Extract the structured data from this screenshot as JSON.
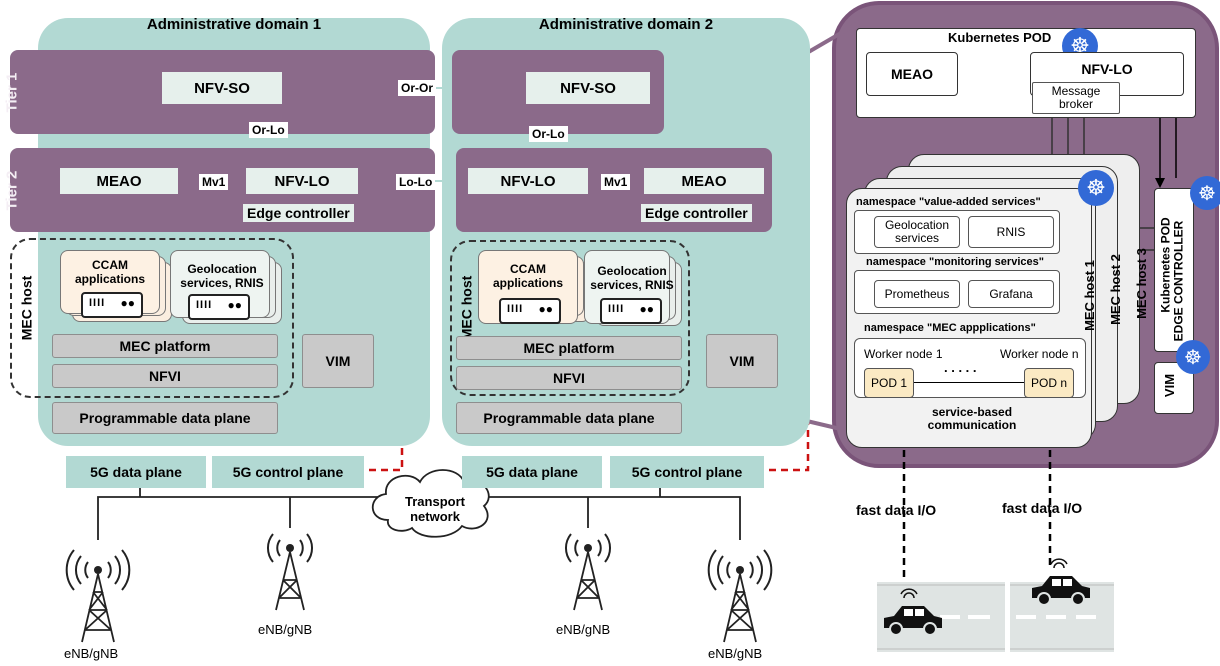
{
  "domains": {
    "d1_title": "Administrative domain 1",
    "d2_title": "Administrative domain 2"
  },
  "tiers": {
    "tier1": "Tier 1",
    "tier2": "Tier 2"
  },
  "components": {
    "nfv_so": "NFV-SO",
    "nfv_lo": "NFV-LO",
    "meao": "MEAO",
    "edge_controller": "Edge controller",
    "mec_host": "MEC host",
    "ccam": "CCAM applications",
    "geo": "Geolocation services, RNIS",
    "mec_platform": "MEC platform",
    "nfvi": "NFVI",
    "vim": "VIM",
    "pdp": "Programmable data plane"
  },
  "interfaces": {
    "or_or": "Or-Or",
    "or_lo": "Or-Lo",
    "mv1": "Mv1",
    "lo_lo": "Lo-Lo"
  },
  "planes": {
    "data": "5G data plane",
    "control": "5G control plane"
  },
  "transport": "Transport network",
  "gnb_label": "eNB/gNB",
  "k8s": {
    "pod_title": "Kubernetes POD",
    "meao": "MEAO",
    "nfv_lo": "NFV-LO",
    "broker": "Message broker",
    "ns_value": "namespace \"value-added services\"",
    "geoloc": "Geolocation services",
    "rnis": "RNIS",
    "ns_monitor": "namespace \"monitoring services\"",
    "prometheus": "Prometheus",
    "grafana": "Grafana",
    "ns_mec": "namespace \"MEC appplications\"",
    "worker1": "Worker node 1",
    "workern": "Worker node n",
    "pod1": "POD 1",
    "podn": "POD n",
    "dots": ". . . . .",
    "sbc": "service-based communication",
    "host1": "MEC host 1",
    "host2": "MEC host 2",
    "host3": "MEC host 3",
    "edge_ctrl_pod": "Kubernetes POD",
    "edge_ctrl": "EDGE CONTROLLER",
    "vim": "VIM"
  },
  "fast_data": "fast data I/O",
  "colors": {
    "domain": "#b2d9d3",
    "tier": "#8b6a8a",
    "k8s_panel": "#8b6a8a",
    "component": "#e6f0ec",
    "control_link": "#cc1111"
  }
}
